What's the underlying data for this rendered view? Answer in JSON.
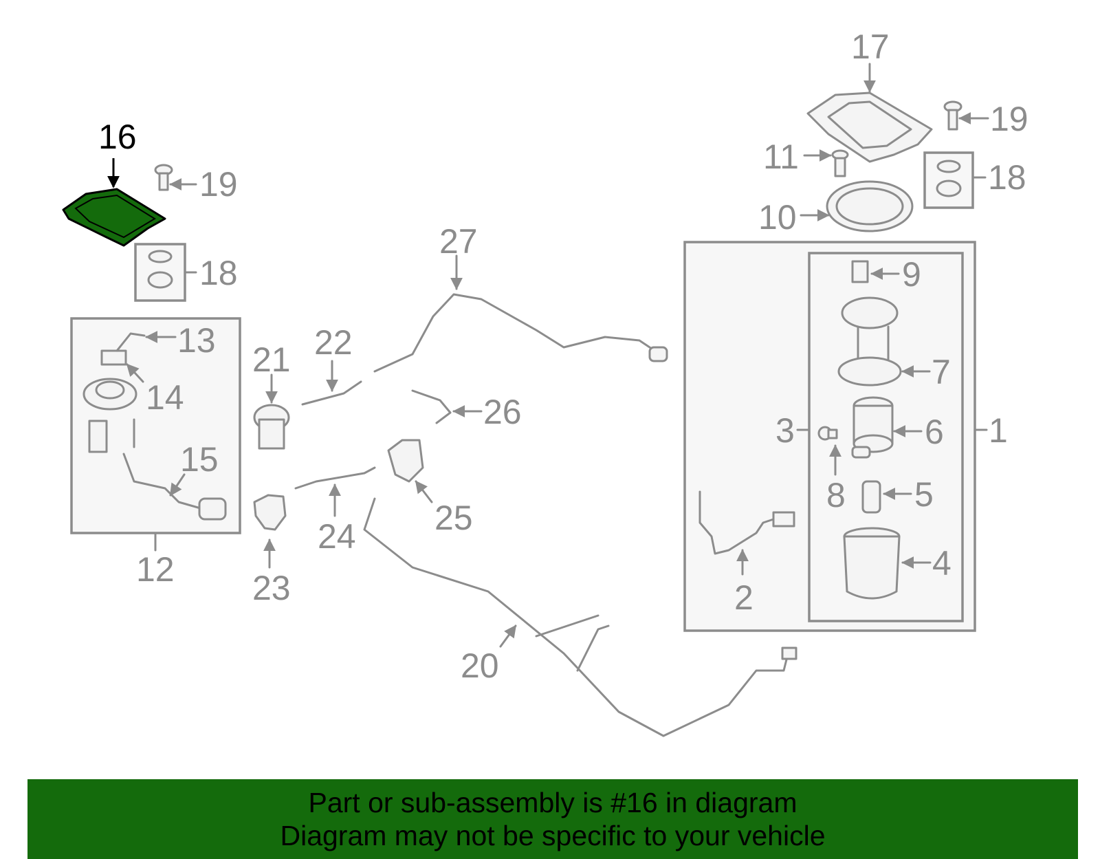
{
  "highlight_color": "#146b0c",
  "callouts": {
    "c1": "1",
    "c2": "2",
    "c3": "3",
    "c4": "4",
    "c5": "5",
    "c6": "6",
    "c7": "7",
    "c8": "8",
    "c9": "9",
    "c10": "10",
    "c11": "11",
    "c12": "12",
    "c13": "13",
    "c14": "14",
    "c15": "15",
    "c16": "16",
    "c17": "17",
    "c18a": "18",
    "c18b": "18",
    "c19a": "19",
    "c19b": "19",
    "c20": "20",
    "c21": "21",
    "c22": "22",
    "c23": "23",
    "c24": "24",
    "c25": "25",
    "c26": "26",
    "c27": "27"
  },
  "banner": {
    "line1": "Part or sub-assembly is #16 in diagram",
    "line2": "Diagram may not be specific to your vehicle"
  }
}
